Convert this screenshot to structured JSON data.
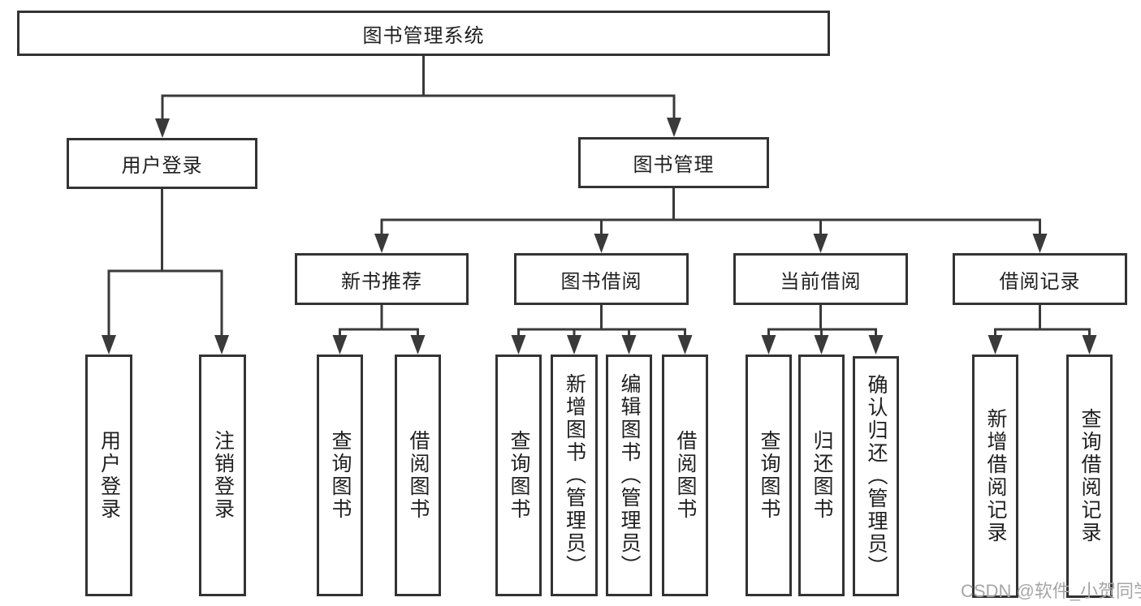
{
  "tree": {
    "root": "图书管理系统",
    "level2": [
      {
        "label": "用户登录",
        "leaves": [
          "用户登录",
          "注销登录"
        ]
      },
      {
        "label": "图书管理",
        "sections": [
          {
            "label": "新书推荐",
            "leaves": [
              "查询图书",
              "借阅图书"
            ]
          },
          {
            "label": "图书借阅",
            "leaves": [
              "查询图书",
              "新增图书（管理员）",
              "编辑图书（管理员）",
              "借阅图书"
            ]
          },
          {
            "label": "当前借阅",
            "leaves": [
              "查询图书",
              "归还图书",
              "确认归还（管理员）"
            ]
          },
          {
            "label": "借阅记录",
            "leaves": [
              "新增借阅记录",
              "查询借阅记录"
            ]
          }
        ]
      }
    ]
  },
  "watermark": "CSDN @软件_小贺同学",
  "colors": {
    "line": "#3a3a3a",
    "border": "#333333",
    "text": "#1f1f1f",
    "watermark": "#a6a6a6",
    "background": "#ffffff"
  }
}
